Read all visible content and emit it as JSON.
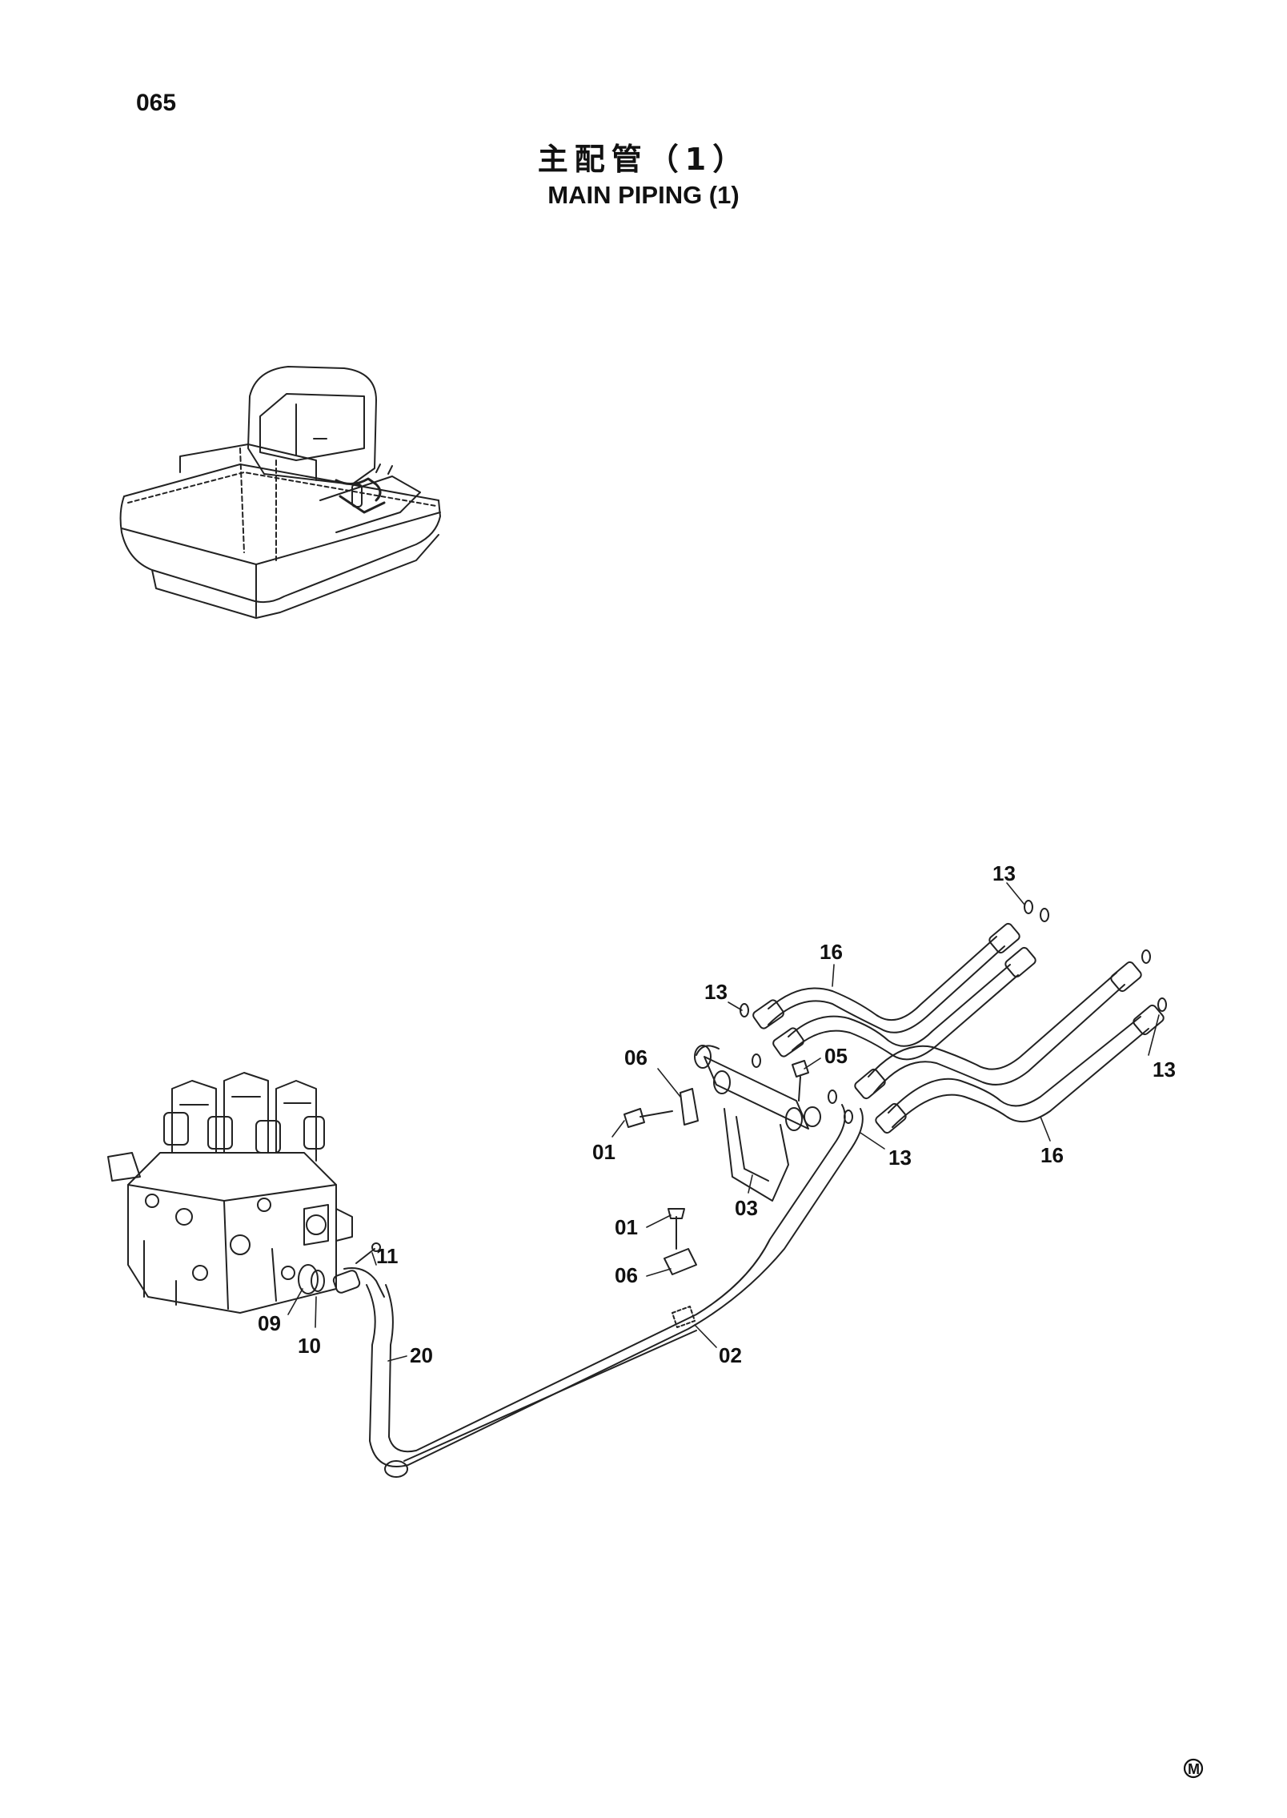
{
  "page_number": "065",
  "title_cn": "主配管（1）",
  "title_en": "MAIN PIPING (1)",
  "callouts": [
    {
      "id": "c13a",
      "text": "13"
    },
    {
      "id": "c16a",
      "text": "16"
    },
    {
      "id": "c13b",
      "text": "13"
    },
    {
      "id": "c06a",
      "text": "06"
    },
    {
      "id": "c05",
      "text": "05"
    },
    {
      "id": "c13c",
      "text": "13"
    },
    {
      "id": "c01a",
      "text": "01"
    },
    {
      "id": "c03",
      "text": "03"
    },
    {
      "id": "c13d",
      "text": "13"
    },
    {
      "id": "c16b",
      "text": "16"
    },
    {
      "id": "c01b",
      "text": "01"
    },
    {
      "id": "c06b",
      "text": "06"
    },
    {
      "id": "c11",
      "text": "11"
    },
    {
      "id": "c02",
      "text": "02"
    },
    {
      "id": "c09",
      "text": "09"
    },
    {
      "id": "c10",
      "text": "10"
    },
    {
      "id": "c20",
      "text": "20"
    }
  ],
  "corner_mark": "M"
}
